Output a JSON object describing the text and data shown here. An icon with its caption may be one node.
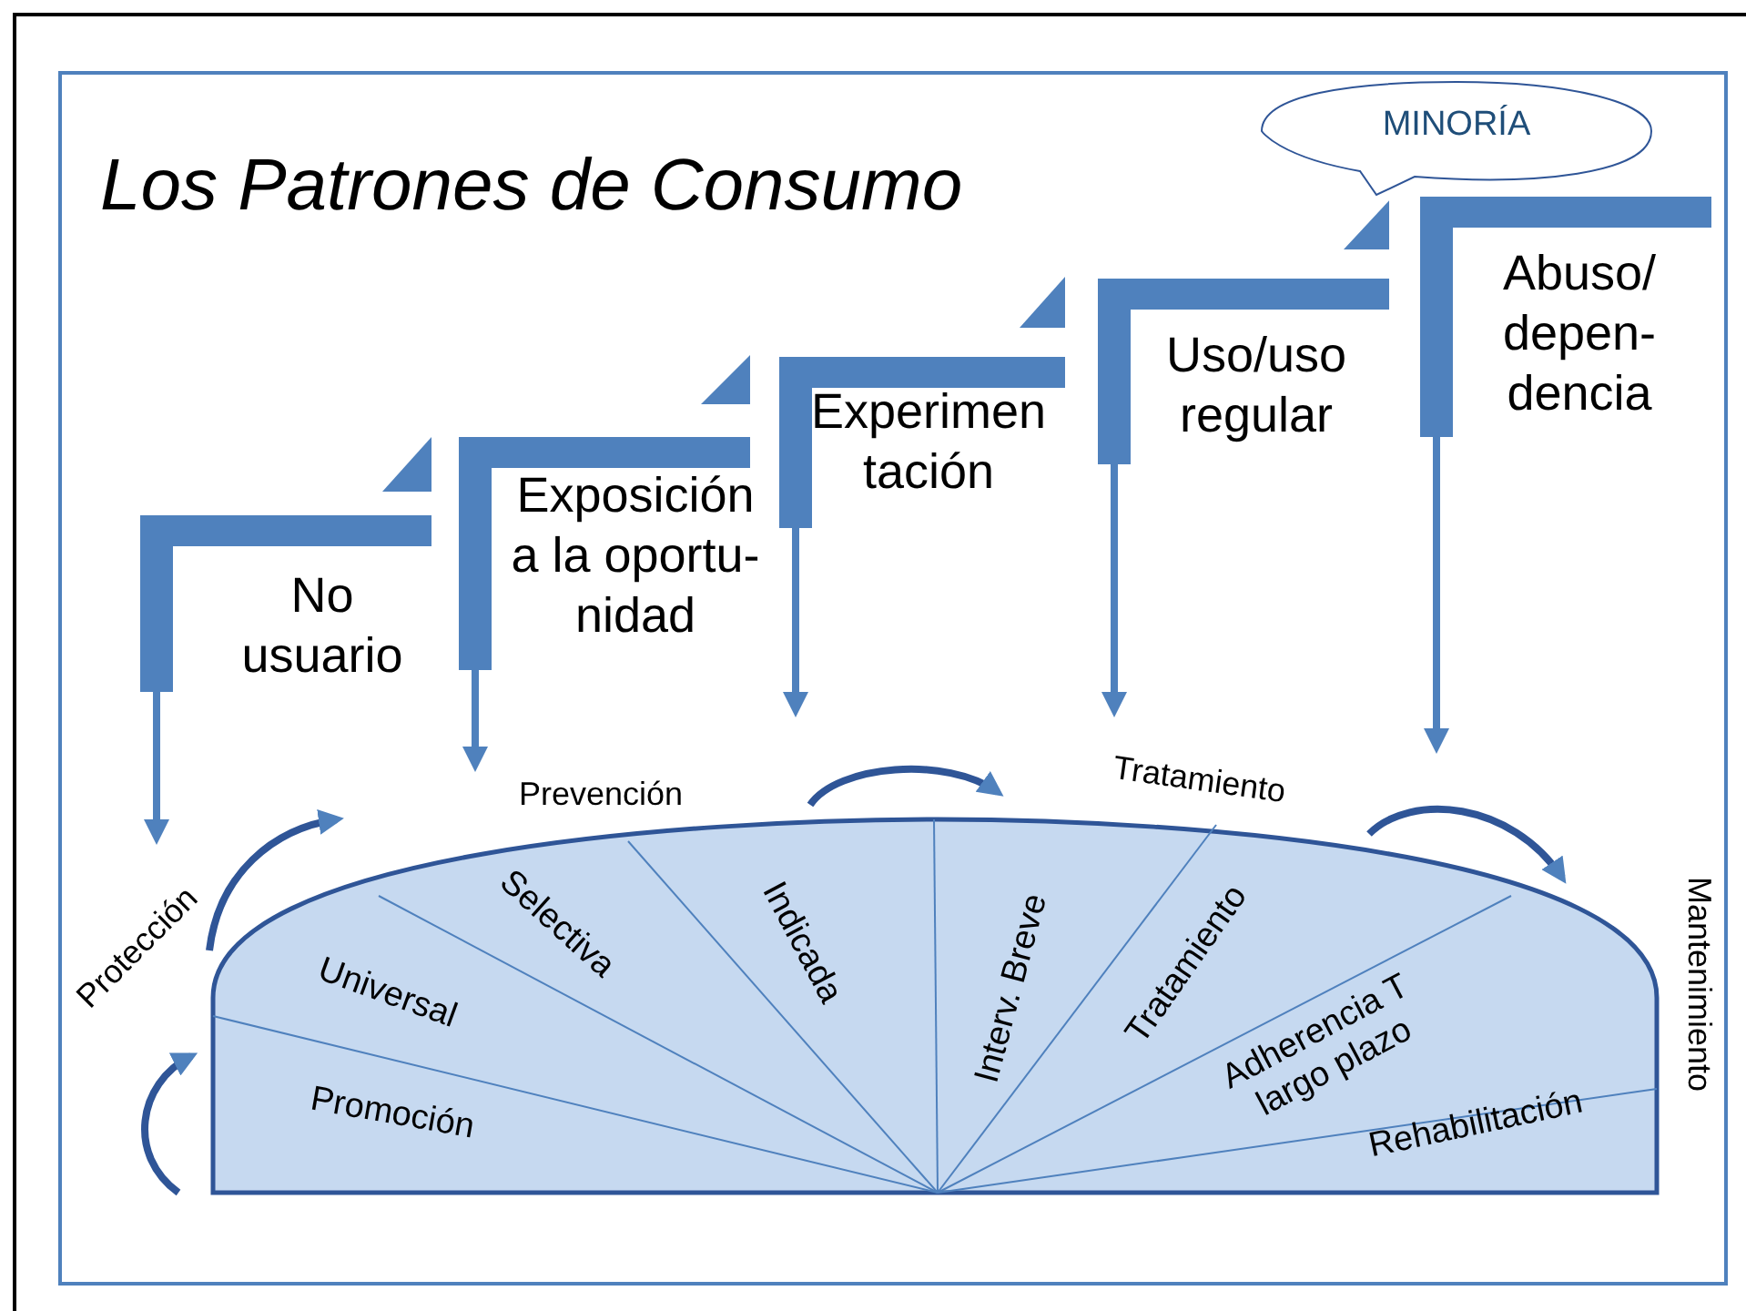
{
  "diagram": {
    "title": "Los Patrones de Consumo",
    "nodes": [
      {
        "text": [
          "No usuario"
        ]
      },
      {
        "text": [
          "Exposición a la oportu- nidad"
        ]
      },
      {
        "text": [
          "Experimen tación"
        ]
      },
      {
        "text": [
          "Uso/uso regular"
        ]
      },
      {
        "text": [
          "Abuso/ depen- dencia"
        ]
      },
      {
        "text": [
          "MINORÍA"
        ]
      },
      {
        "text": [
          "Promoción"
        ]
      },
      {
        "text": [
          "Universal"
        ]
      },
      {
        "text": [
          "Selectiva"
        ]
      },
      {
        "text": [
          "Indicada"
        ]
      },
      {
        "text": [
          "Interv. Breve"
        ]
      },
      {
        "text": [
          "Tratamiento"
        ]
      },
      {
        "text": [
          "Adherencia T largo plazo"
        ]
      },
      {
        "text": [
          "Rehabilitación"
        ]
      }
    ],
    "edges": [
      {
        "from": 0,
        "to": null,
        "arrow": "to"
      },
      {
        "from": 1,
        "to": null,
        "arrow": "to"
      },
      {
        "from": 2,
        "to": null,
        "arrow": "to"
      },
      {
        "from": 3,
        "to": null,
        "arrow": "to"
      },
      {
        "from": 4,
        "to": null,
        "arrow": "to"
      }
    ],
    "labels": [
      "Prevención",
      "Tratamiento",
      "Protección",
      "Mantenimiento"
    ]
  }
}
